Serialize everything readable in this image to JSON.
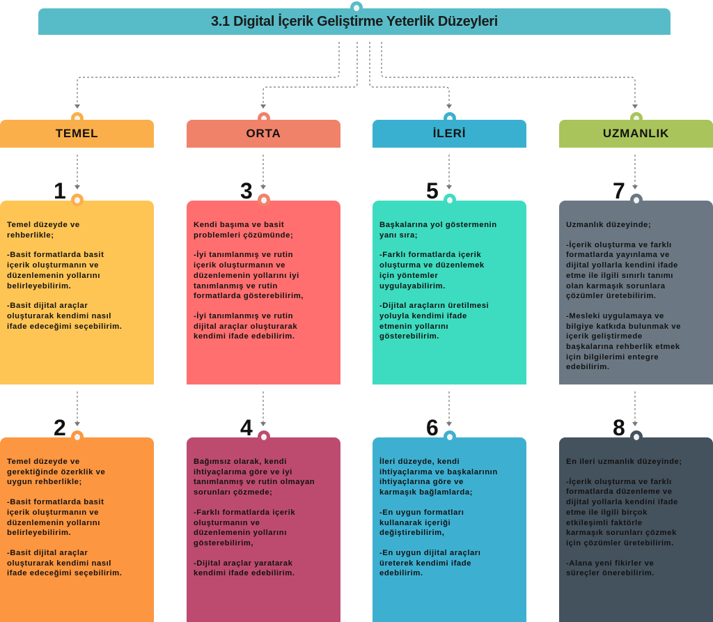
{
  "title": "3.1 Digital İçerik Geliştirme Yeterlik Düzeyleri",
  "colors": {
    "header": "#58bcc8",
    "temel": "#fbaf4a",
    "orta": "#f0826a",
    "ileri": "#3ab0d0",
    "uzmanlik": "#a9c45a"
  },
  "categories": [
    {
      "label": "TEMEL",
      "color": "#fbaf4a"
    },
    {
      "label": "ORTA",
      "color": "#f0826a"
    },
    {
      "label": "İLERİ",
      "color": "#3ab0d0"
    },
    {
      "label": "UZMANLIK",
      "color": "#a9c45a"
    }
  ],
  "cards": [
    {
      "number": "1",
      "color": "#fec555",
      "knob": "#fbaf4a",
      "paragraphs": [
        "Temel düzeyde ve\nrehberlikle;",
        "-Basit formatlarda basit\niçerik oluşturmanın ve\ndüzenlemenin yollarını\nbelirleyebilirim.",
        "-Basit dijital araçlar\noluşturarak kendimi nasıl\nifade edeceğimi seçebilirim."
      ]
    },
    {
      "number": "2",
      "color": "#fd9640",
      "knob": "#fd9640",
      "paragraphs": [
        "Temel düzeyde ve\ngerektiğinde özerklik ve\nuygun rehberlikle;",
        "-Basit formatlarda basit\niçerik oluşturmanın ve\ndüzenlemenin yollarını\nbelirleyebilirim.",
        "-Basit dijital araçlar\noluşturarak kendimi nasıl\nifade edeceğimi seçebilirim."
      ]
    },
    {
      "number": "3",
      "color": "#ff6f6f",
      "knob": "#f0826a",
      "paragraphs": [
        "Kendi başıma ve basit\nproblemleri çözümünde;",
        "-İyi tanımlanmış ve rutin\niçerik oluşturmanın ve\ndüzenlemenin yollarını iyi\ntanımlanmış ve rutin\nformatlarda gösterebilirim,",
        "-İyi tanımlanmış ve rutin\ndijital araçlar oluşturarak\nkendimi ifade edebilirim."
      ]
    },
    {
      "number": "4",
      "color": "#bd4b70",
      "knob": "#bd4b70",
      "paragraphs": [
        "Bağımsız olarak, kendi\nihtiyaçlarıma göre ve iyi\ntanımlanmış ve rutin olmayan\nsorunları çözmede;",
        "-Farklı formatlarda içerik\noluşturmanın ve\ndüzenlemenin yollarını\ngösterebilirim,",
        "-Dijital araçlar yaratarak\nkendimi ifade edebilirim."
      ]
    },
    {
      "number": "5",
      "color": "#3ddcc0",
      "knob": "#3ddcc0",
      "paragraphs": [
        "Başkalarına yol göstermenin\nyanı sıra;",
        "-Farklı formatlarda içerik\noluşturma ve düzenlemek\niçin yöntemler\nuygulayabilirim.",
        "-Dijital araçların üretilmesi\nyoluyla kendimi ifade\netmenin yollarını\ngösterebilirim."
      ]
    },
    {
      "number": "6",
      "color": "#3db0d2",
      "knob": "#3db0d2",
      "paragraphs": [
        "İleri düzeyde, kendi\nihtiyaçlarıma ve başkalarının\nihtiyaçlarına göre ve\nkarmaşık bağlamlarda;",
        "-En uygun formatları\nkullanarak içeriği\ndeğiştirebilirim,",
        "-En uygun dijital araçları\nüreterek  kendimi  ifade\nedebilirim."
      ]
    },
    {
      "number": "7",
      "color": "#6b7884",
      "knob": "#6b7884",
      "paragraphs": [
        "Uzmanlık düzeyinde;",
        "-İçerik oluşturma ve farklı\nformatlarda yayınlama ve\ndijital yollarla kendini ifade\netme ile ilgili sınırlı tanımı\nolan karmaşık sorunlara\nçözümler üretebilirim.",
        "-Mesleki uygulamaya ve\nbilgiye katkıda bulunmak ve\niçerik geliştirmede\nbaşkalarına rehberlik etmek\niçin bilgilerimi entegre\nedebilirim."
      ]
    },
    {
      "number": "8",
      "color": "#44525e",
      "knob": "#44525e",
      "paragraphs": [
        "En ileri uzmanlık düzeyinde;",
        "-İçerik oluşturma ve farklı\nformatlarda düzenleme ve\ndijital yollarla kendini ifade\netme ile ilgili birçok\netkileşimli faktörle\nkarmaşık sorunları çözmek\niçin çözümler üretebilirim.",
        "-Alana yeni fikirler ve\nsüreçler önerebilirim."
      ]
    }
  ]
}
